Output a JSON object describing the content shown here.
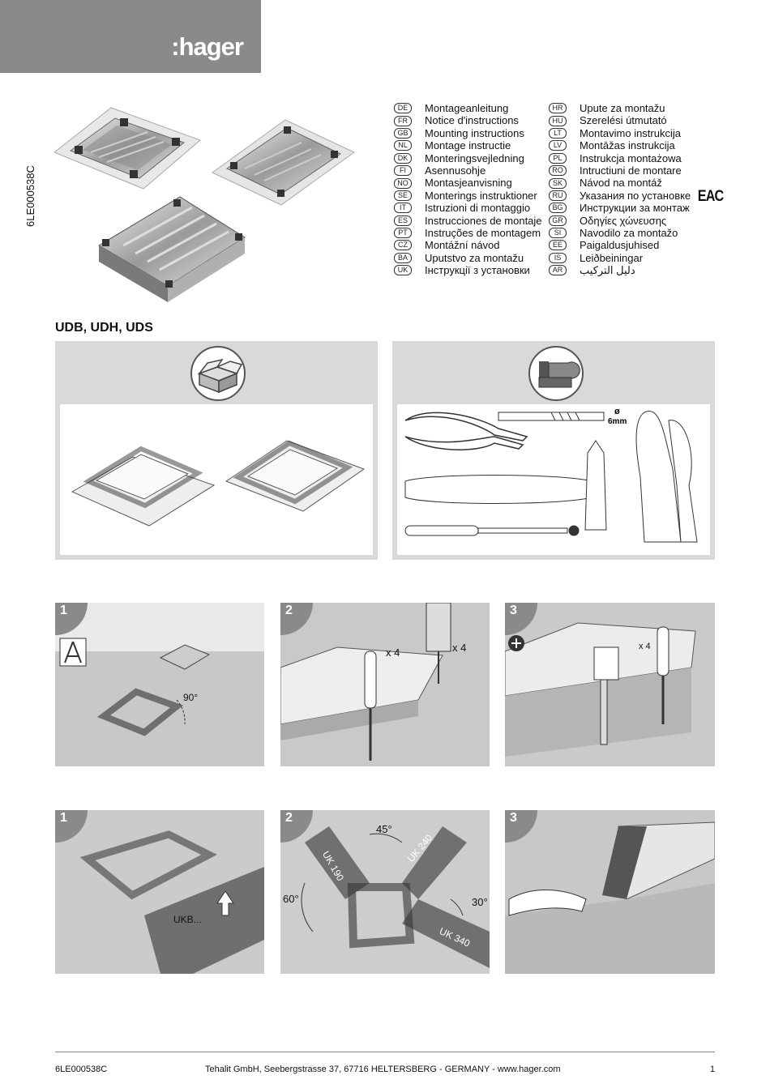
{
  "brand": {
    "logo": ":hager"
  },
  "doc_code_vertical": "6LE000538C",
  "languages_left": [
    {
      "code": "DE",
      "text": "Montageanleitung"
    },
    {
      "code": "FR",
      "text": "Notice d'instructions"
    },
    {
      "code": "GB",
      "text": "Mounting instructions"
    },
    {
      "code": "NL",
      "text": "Montage instructie"
    },
    {
      "code": "DK",
      "text": "Monteringsvejledning"
    },
    {
      "code": "FI",
      "text": "Asennusohje"
    },
    {
      "code": "NO",
      "text": "Montasjeanvisning"
    },
    {
      "code": "SE",
      "text": "Monterings instruktioner"
    },
    {
      "code": "IT",
      "text": "Istruzioni di montaggio"
    },
    {
      "code": "ES",
      "text": "Instrucciones de montaje"
    },
    {
      "code": "PT",
      "text": "Instruções de montagem"
    },
    {
      "code": "CZ",
      "text": "Montážní návod"
    },
    {
      "code": "BA",
      "text": "Uputstvo za montažu"
    },
    {
      "code": "UK",
      "text": "Інструкції з установки"
    }
  ],
  "languages_right": [
    {
      "code": "HR",
      "text": "Upute za montažu"
    },
    {
      "code": "HU",
      "text": "Szerelési útmutató"
    },
    {
      "code": "LT",
      "text": "Montavimo instrukcija"
    },
    {
      "code": "LV",
      "text": "Montāžas instrukcija"
    },
    {
      "code": "PL",
      "text": "Instrukcja montażowa"
    },
    {
      "code": "RO",
      "text": "Intructiuni de montare"
    },
    {
      "code": "SK",
      "text": "Návod na montáž"
    },
    {
      "code": "RU",
      "text": "Указания по установке"
    },
    {
      "code": "BG",
      "text": "Инструкции за монтаж"
    },
    {
      "code": "GR",
      "text": "Οδηγίες χώνευσης"
    },
    {
      "code": "SI",
      "text": "Navodilo za montažo"
    },
    {
      "code": "EE",
      "text": "Paigaldusjuhised"
    },
    {
      "code": "IS",
      "text": "Leiðbeiningar"
    },
    {
      "code": "AR",
      "text": "دليل التركيب"
    }
  ],
  "certification_mark": "EAC",
  "product_title": "UDB, UDH, UDS",
  "tools": {
    "drill_size_symbol": "ø",
    "drill_size": "6mm"
  },
  "steps_row1": [
    {
      "num": "1",
      "label": "90°"
    },
    {
      "num": "2",
      "label_a": "x 4",
      "label_b": "x 4"
    },
    {
      "num": "3",
      "label": "x 4"
    }
  ],
  "steps_row2": [
    {
      "num": "1",
      "label": "UKB..."
    },
    {
      "num": "2",
      "angle_top": "45°",
      "angle_left": "60°",
      "angle_right": "30°",
      "duct_a": "UK 190",
      "duct_b": "UK 240",
      "duct_c": "UK 340"
    },
    {
      "num": "3"
    }
  ],
  "footer": {
    "code": "6LE000538C",
    "address": "Tehalit GmbH, Seebergstrasse 37, 67716 HELTERSBERG - GERMANY - www.hager.com",
    "page": "1"
  }
}
